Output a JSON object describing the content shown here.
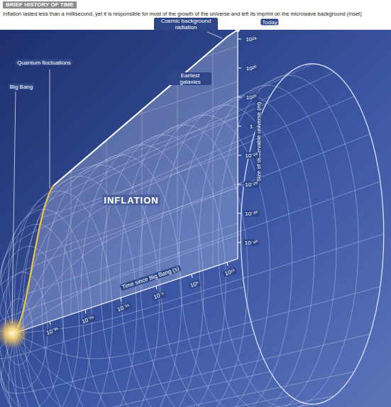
{
  "diagram": {
    "title": "BRIEF HISTORY OF TIME",
    "caption": "Inflation lasted less than a millisecond, yet it is responsible for most of the growth of the universe and left its imprint on the microwave background (inset)",
    "labels": [
      "Cosmic background radiation",
      "Today",
      "Earliest galaxies",
      "Quantum fluctuations",
      "Big Bang",
      "INFLATION",
      "Size of observable universe (m)",
      "10²⁸",
      "10²⁰",
      "10¹⁰",
      "1",
      "10⁻¹⁰",
      "10⁻²⁰",
      "10⁻³⁰",
      "10⁻⁴⁰",
      "Time since Big Bang (s)",
      "10⁻³⁵",
      "10⁻²⁵",
      "10⁻¹⁵",
      "10⁻⁵",
      "10⁵",
      "10¹⁵"
    ]
  }
}
